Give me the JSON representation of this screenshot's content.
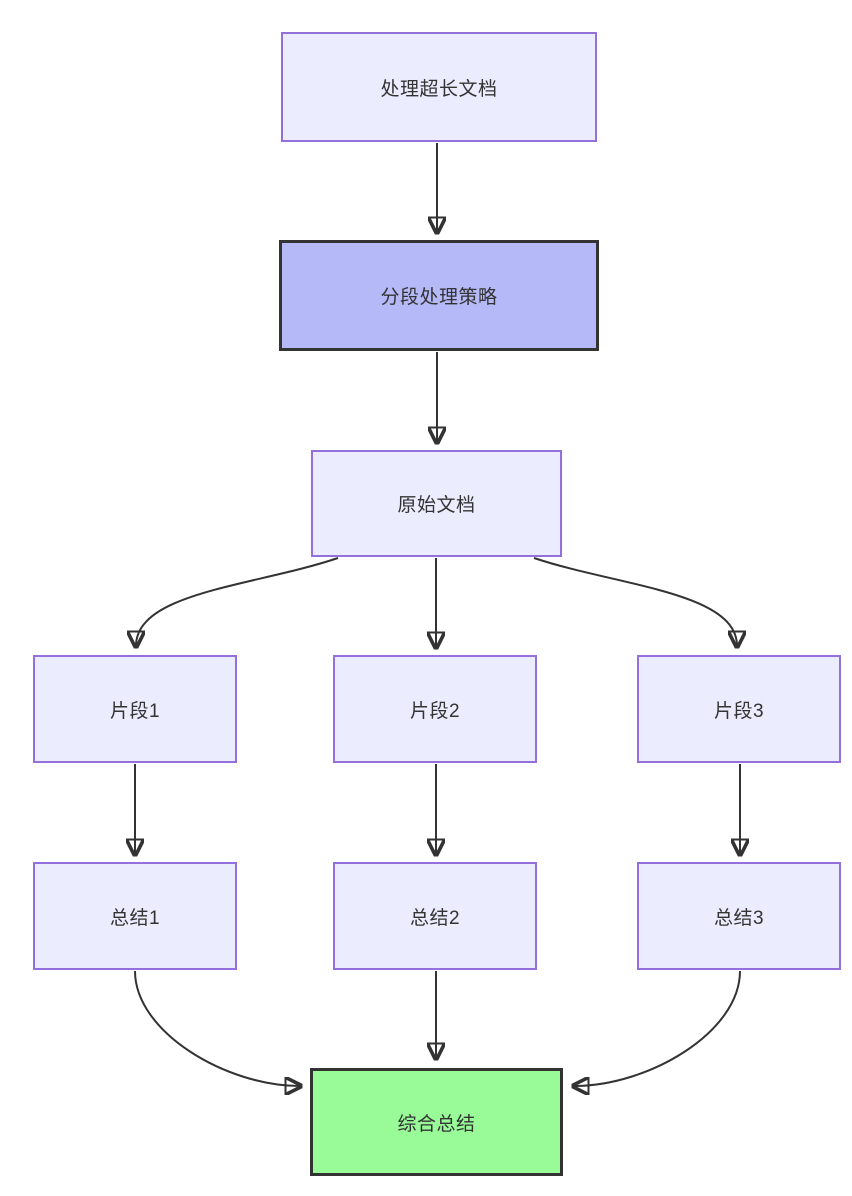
{
  "diagram": {
    "type": "flowchart-top-down",
    "nodes": {
      "start": {
        "label": "处理超长文档",
        "style": "default"
      },
      "strategy": {
        "label": "分段处理策略",
        "style": "emphasis"
      },
      "doc": {
        "label": "原始文档",
        "style": "default"
      },
      "frag1": {
        "label": "片段1",
        "style": "default"
      },
      "frag2": {
        "label": "片段2",
        "style": "default"
      },
      "frag3": {
        "label": "片段3",
        "style": "default"
      },
      "sum1": {
        "label": "总结1",
        "style": "default"
      },
      "sum2": {
        "label": "总结2",
        "style": "default"
      },
      "sum3": {
        "label": "总结3",
        "style": "default"
      },
      "final": {
        "label": "综合总结",
        "style": "success"
      }
    },
    "edges": [
      {
        "from": "start",
        "to": "strategy"
      },
      {
        "from": "strategy",
        "to": "doc"
      },
      {
        "from": "doc",
        "to": "frag1"
      },
      {
        "from": "doc",
        "to": "frag2"
      },
      {
        "from": "doc",
        "to": "frag3"
      },
      {
        "from": "frag1",
        "to": "sum1"
      },
      {
        "from": "frag2",
        "to": "sum2"
      },
      {
        "from": "frag3",
        "to": "sum3"
      },
      {
        "from": "sum1",
        "to": "final"
      },
      {
        "from": "sum2",
        "to": "final"
      },
      {
        "from": "sum3",
        "to": "final"
      }
    ],
    "colors": {
      "background": "#FFFFFF",
      "node_fill": "#ECECFF",
      "node_border": "#9370DB",
      "emphasis_fill": "#B6B9F8",
      "emphasis_border": "#333333",
      "success_fill": "#98FB98",
      "success_border": "#333333",
      "edge_stroke": "#333333",
      "text": "#333333"
    }
  }
}
